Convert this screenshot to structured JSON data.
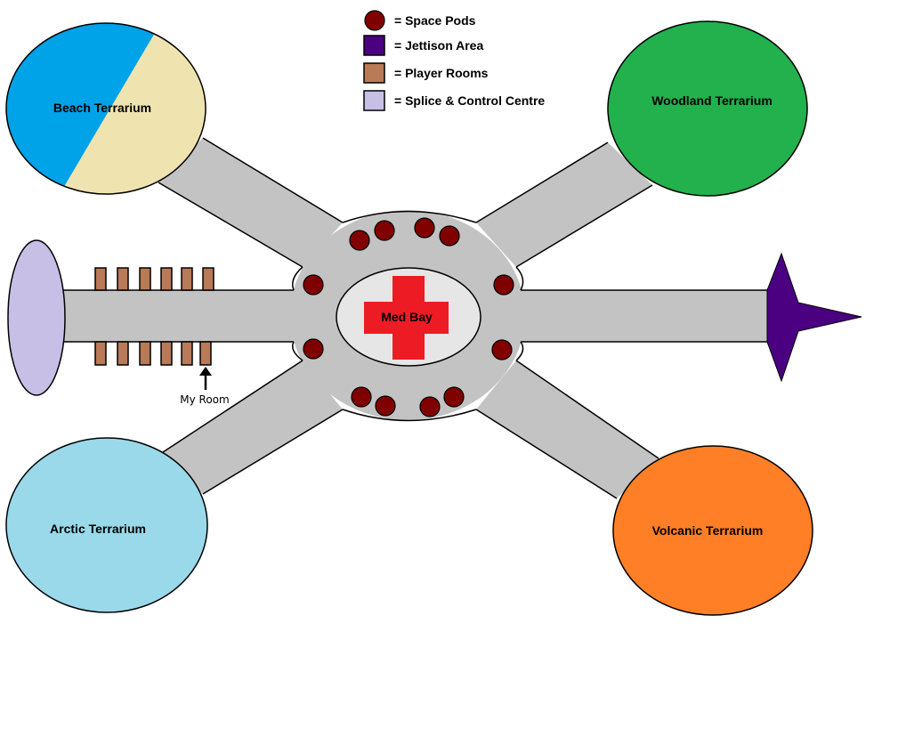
{
  "legend": {
    "items": [
      {
        "label": "= Space Pods",
        "swatch": "space-pod",
        "color": "#800000"
      },
      {
        "label": "= Jettison Area",
        "swatch": "jettison",
        "color": "#4b0082"
      },
      {
        "label": "= Player Rooms",
        "swatch": "player-room",
        "color": "#b97a57"
      },
      {
        "label": "= Splice & Control Centre",
        "swatch": "splice",
        "color": "#c8bfe7"
      }
    ]
  },
  "terrariums": {
    "beach": {
      "label": "Beach Terrarium",
      "water_color": "#00a2e8",
      "sand_color": "#efe4b0"
    },
    "woodland": {
      "label": "Woodland Terrarium",
      "color": "#22b14c"
    },
    "arctic": {
      "label": "Arctic Terrarium",
      "color": "#99d9ea"
    },
    "volcanic": {
      "label": "Volcanic Terrarium",
      "color": "#ff7f27"
    }
  },
  "hub": {
    "label": "Med Bay",
    "cross_color": "#ed1c24",
    "floor_color": "#e6e6e6"
  },
  "corridor_color": "#c3c3c3",
  "my_room": {
    "label": "My Room"
  }
}
